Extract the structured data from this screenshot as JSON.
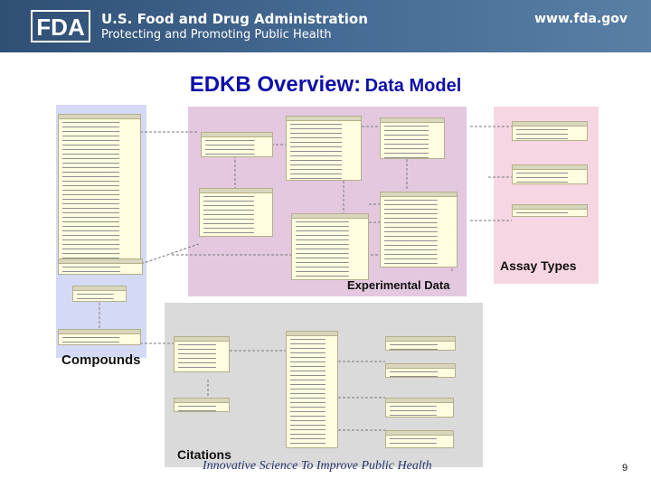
{
  "header": {
    "logo_text": "FDA",
    "agency_name": "U.S. Food and Drug Administration",
    "tagline": "Protecting and Promoting Public Health",
    "website": "www.fda.gov"
  },
  "slide": {
    "title_main": "EDKB Overview:",
    "title_sub": "Data Model",
    "panels": {
      "assay": "Assay Types",
      "experimental": "Experimental Data",
      "compounds": "Compounds",
      "citations": "Citations"
    },
    "footer_tagline": "Innovative Science To Improve Public Health",
    "page_number": "9"
  },
  "colors": {
    "header": "#2f4f74",
    "title": "#0f0fa8",
    "compounds_panel": "#d4d9f5",
    "experimental_panel": "#e4c8e0",
    "assay_panel": "#f6d6e2",
    "citations_panel": "#dadada"
  }
}
